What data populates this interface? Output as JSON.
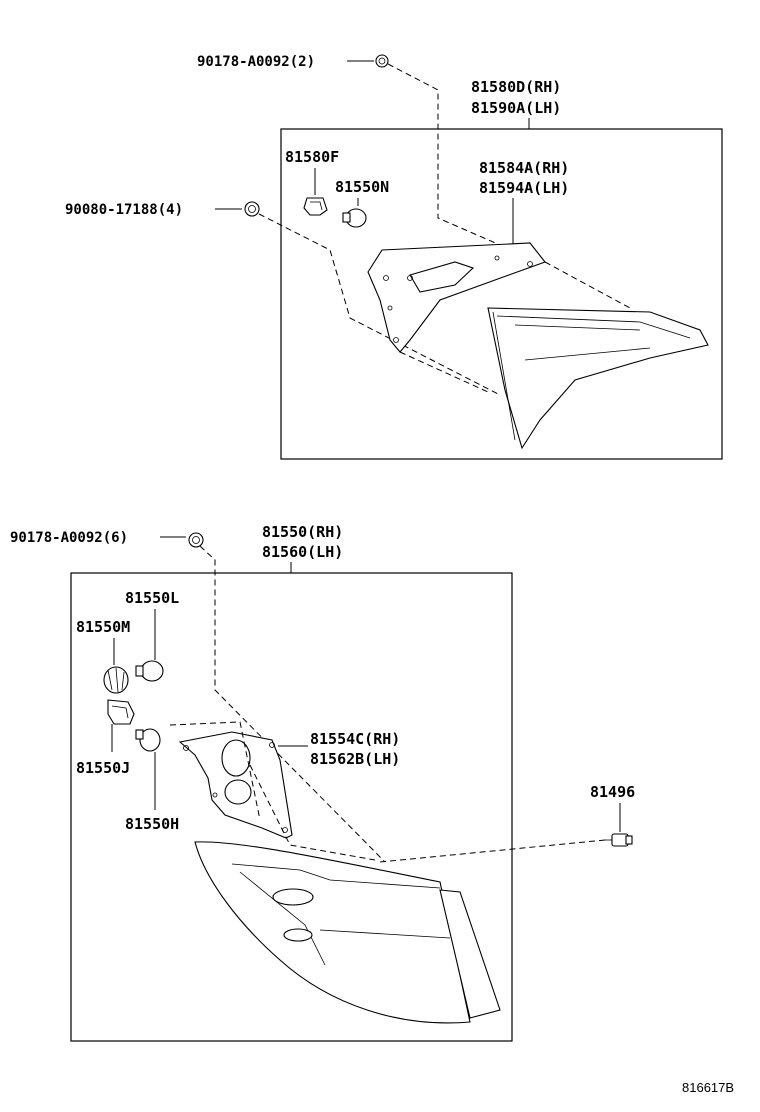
{
  "title": "",
  "upper_assembly": {
    "main_part": {
      "rh": "81580D(RH)",
      "lh": "81590A(LH)"
    },
    "screw_top": "90178-A0092(2)",
    "screw_side": "90080-17188(4)",
    "socket": "81580F",
    "bulb": "81550N",
    "gasket": {
      "rh": "81584A(RH)",
      "lh": "81594A(LH)"
    }
  },
  "lower_assembly": {
    "main_part": {
      "rh": "81550(RH)",
      "lh": "81560(LH)"
    },
    "screw": "90178-A0092(6)",
    "bulb_l": "81550L",
    "socket_m": "81550M",
    "socket_j": "81550J",
    "bulb_h": "81550H",
    "gasket": {
      "rh": "81554C(RH)",
      "lh": "81562B(LH)"
    }
  },
  "clip": "81496",
  "reference_code": "816617B"
}
